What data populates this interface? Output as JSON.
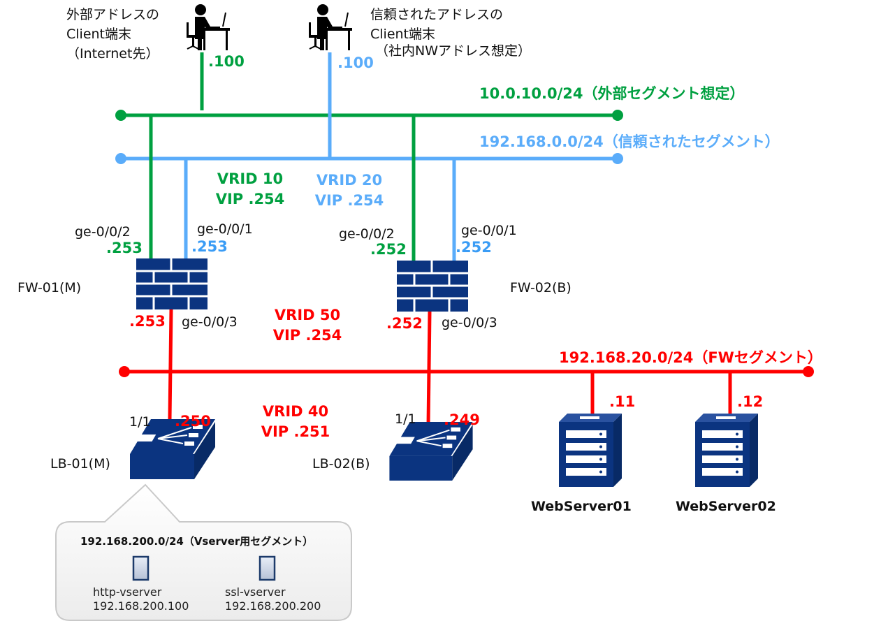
{
  "colors": {
    "external": "#00a040",
    "trusted": "#5aacfa",
    "fw_segment": "#ff0000",
    "device": "#0b3480",
    "text": "#111111"
  },
  "clients": {
    "external": {
      "lines": [
        "外部アドレスの",
        "Client端末",
        "（Internet先）"
      ],
      "ip": ".100",
      "icon": "person-at-desk-icon"
    },
    "trusted": {
      "lines": [
        "信頼されたアドレスの",
        "Client端末",
        "（社内NWアドレス想定）"
      ],
      "ip": ".100",
      "icon": "person-at-desk-icon"
    }
  },
  "segments": {
    "external": "10.0.10.0/24（外部セグメント想定）",
    "trusted": "192.168.0.0/24（信頼されたセグメント）",
    "fw": "192.168.20.0/24（FWセグメント）",
    "vserver": "192.168.200.0/24（Vserver用セグメント）"
  },
  "vrrp": {
    "vrid10": {
      "id": "VRID 10",
      "vip": "VIP .254"
    },
    "vrid20": {
      "id": "VRID 20",
      "vip": "VIP .254"
    },
    "vrid50": {
      "id": "VRID 50",
      "vip": "VIP .254"
    },
    "vrid40": {
      "id": "VRID 40",
      "vip": "VIP .251"
    }
  },
  "fw01": {
    "name": "FW-01(M)",
    "if_ext": "ge-0/0/2",
    "ip_ext": ".253",
    "if_trust": "ge-0/0/1",
    "ip_trust": ".253",
    "if_fw": "ge-0/0/3",
    "ip_fw": ".253"
  },
  "fw02": {
    "name": "FW-02(B)",
    "if_ext": "ge-0/0/2",
    "ip_ext": ".252",
    "if_trust": "ge-0/0/1",
    "ip_trust": ".252",
    "if_fw": "ge-0/0/3",
    "ip_fw": ".252"
  },
  "lb01": {
    "name": "LB-01(M)",
    "port": "1/1",
    "ip": ".250"
  },
  "lb02": {
    "name": "LB-02(B)",
    "port": "1/1",
    "ip": ".249"
  },
  "servers": [
    {
      "name": "WebServer01",
      "ip": ".11"
    },
    {
      "name": "WebServer02",
      "ip": ".12"
    }
  ],
  "vservers": [
    {
      "name": "http-vserver",
      "ip": "192.168.200.100"
    },
    {
      "name": "ssl-vserver",
      "ip": "192.168.200.200"
    }
  ]
}
